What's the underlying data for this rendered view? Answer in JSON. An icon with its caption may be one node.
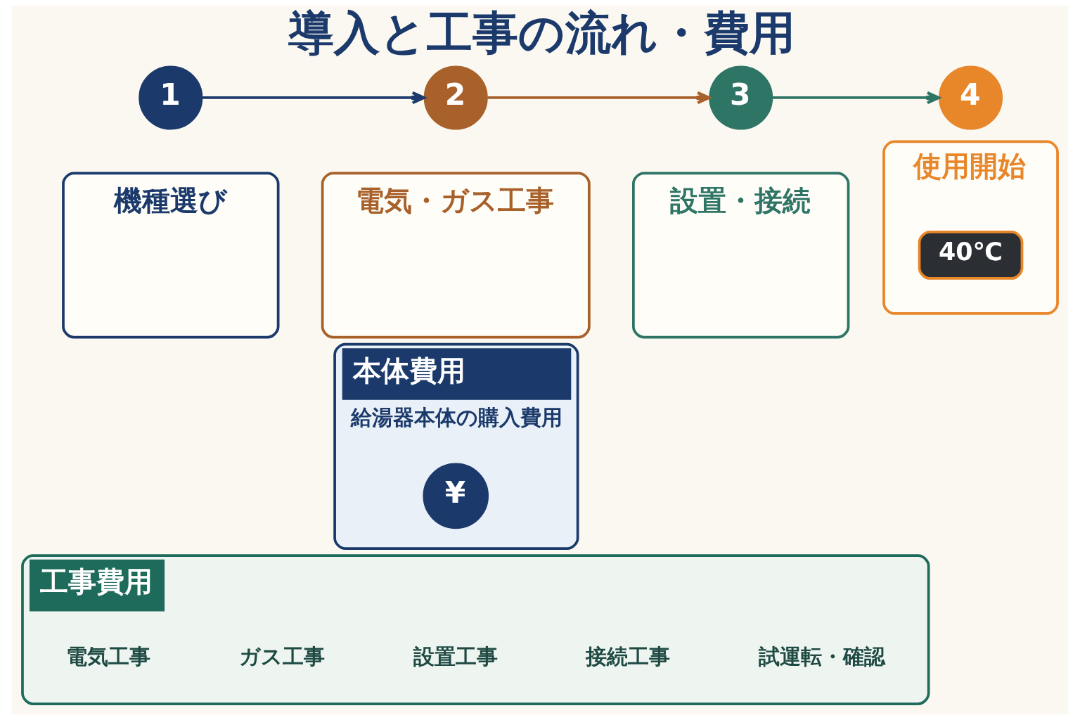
{
  "diagram": {
    "title": "導入と工事の流れ・費用",
    "nodes": [
      {
        "text": [
          "1"
        ]
      },
      {
        "text": [
          "機種選び"
        ]
      },
      {
        "text": [
          "2"
        ]
      },
      {
        "text": [
          "電気・ガス工事"
        ]
      },
      {
        "text": [
          "3"
        ]
      },
      {
        "text": [
          "設置・接続"
        ]
      },
      {
        "text": [
          "4"
        ]
      },
      {
        "text": [
          "使用開始"
        ]
      },
      {
        "text": [
          "40℃"
        ],
        "in": 7
      },
      {
        "text": [
          "本体費用",
          "給湯器本体の購入費用"
        ]
      },
      {
        "text": [
          "¥"
        ],
        "in": 9
      },
      {
        "text": [
          "工事費用"
        ]
      },
      {
        "text": [
          "電気工事"
        ],
        "in": 11
      },
      {
        "text": [
          "ガス工事"
        ],
        "in": 11
      },
      {
        "text": [
          "設置工事"
        ],
        "in": 11
      },
      {
        "text": [
          "接続工事"
        ],
        "in": 11
      },
      {
        "text": [
          "試運転・確認"
        ],
        "in": 11
      }
    ],
    "edges": [
      {
        "from": 0,
        "to": 2,
        "arrow": "to",
        "color": "#1b3a6b"
      },
      {
        "from": 2,
        "to": 4,
        "arrow": "to",
        "color": "#a8612a"
      },
      {
        "from": 4,
        "to": 6,
        "arrow": "to",
        "color": "#2f7566"
      }
    ]
  }
}
